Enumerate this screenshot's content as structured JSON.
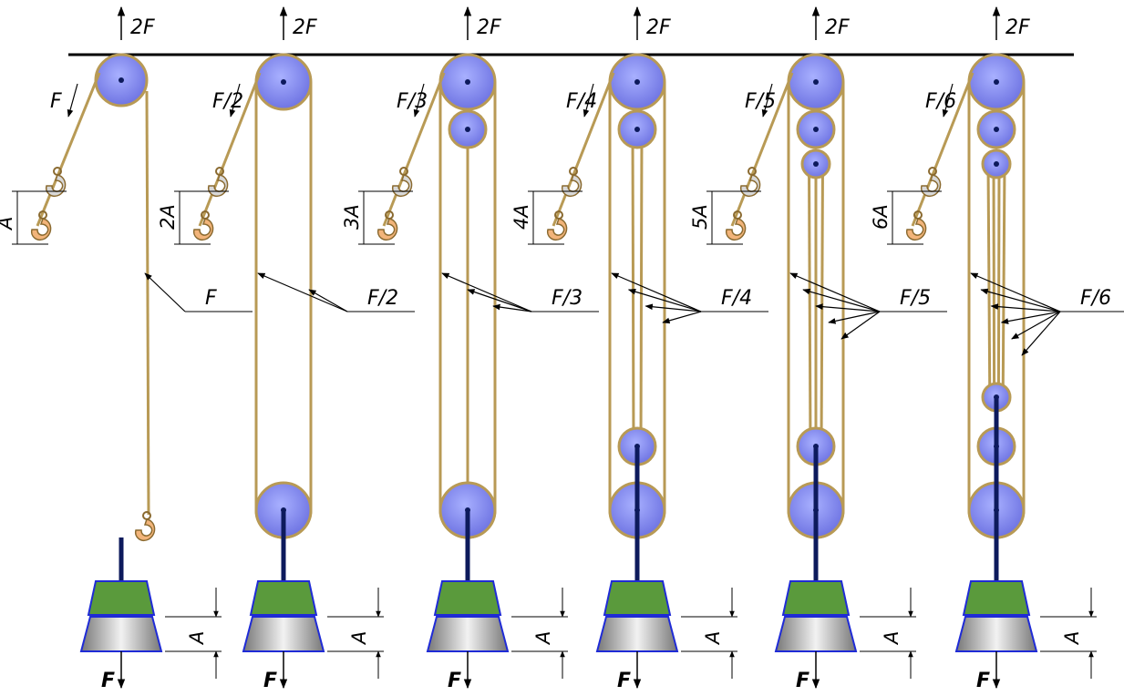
{
  "colors": {
    "rope": "#b89a55",
    "sheave_fill": "#7e86ee",
    "sheave_edge": "#b89a55",
    "axle": "#0d1a5c",
    "load_top": "#5a9a3c",
    "load_bottom": "#c8c8c8",
    "load_edge": "#1f2bd6",
    "hook_orange": "#f2b47a",
    "hook_grey": "#d8d8d8",
    "ceiling": "#000000"
  },
  "systems": [
    {
      "top_force": "2F",
      "free_end_force": "F",
      "hook_travel": "A",
      "rope_force": "F",
      "load_travel": "A",
      "load_force": "F",
      "sheaves": 1,
      "supporting_ropes": 1
    },
    {
      "top_force": "2F",
      "free_end_force": "F/2",
      "hook_travel": "2A",
      "rope_force": "F/2",
      "load_travel": "A",
      "load_force": "F",
      "sheaves": 2,
      "supporting_ropes": 2
    },
    {
      "top_force": "2F",
      "free_end_force": "F/3",
      "hook_travel": "3A",
      "rope_force": "F/3",
      "load_travel": "A",
      "load_force": "F",
      "sheaves": 3,
      "supporting_ropes": 3
    },
    {
      "top_force": "2F",
      "free_end_force": "F/4",
      "hook_travel": "4A",
      "rope_force": "F/4",
      "load_travel": "A",
      "load_force": "F",
      "sheaves": 4,
      "supporting_ropes": 4
    },
    {
      "top_force": "2F",
      "free_end_force": "F/5",
      "hook_travel": "5A",
      "rope_force": "F/5",
      "load_travel": "A",
      "load_force": "F",
      "sheaves": 5,
      "supporting_ropes": 5
    },
    {
      "top_force": "2F",
      "free_end_force": "F/6",
      "hook_travel": "6A",
      "rope_force": "F/6",
      "load_travel": "A",
      "load_force": "F",
      "sheaves": 6,
      "supporting_ropes": 6
    }
  ]
}
